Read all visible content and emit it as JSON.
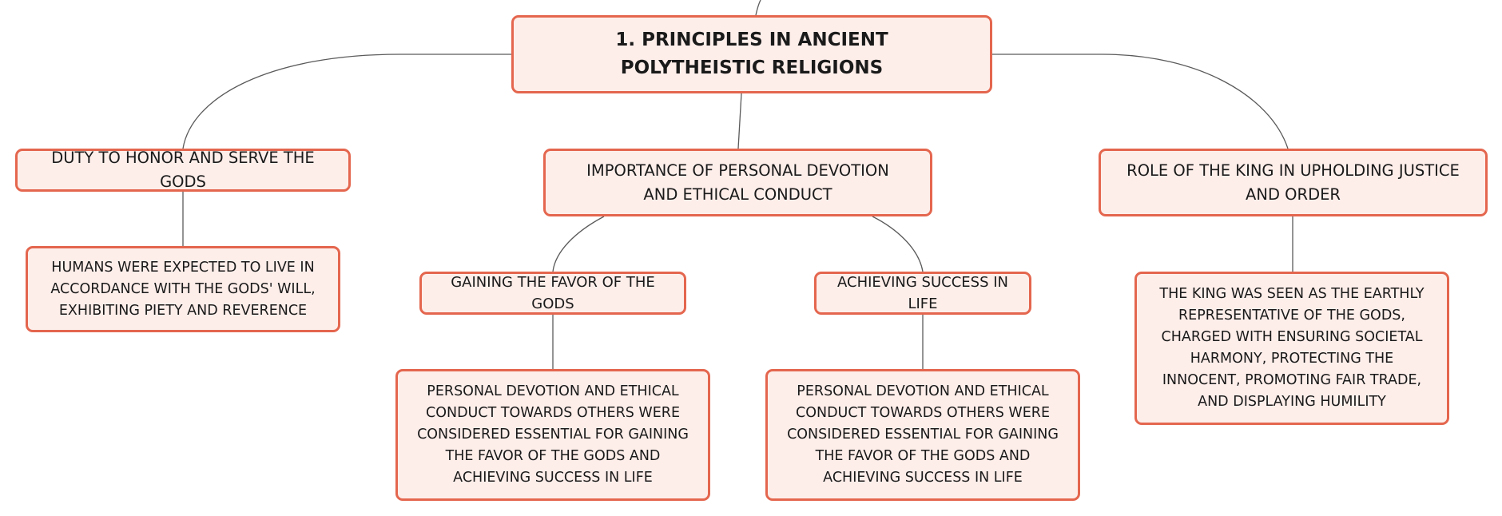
{
  "map": {
    "root": {
      "label": "1. Principles in Ancient Polytheistic Religions"
    },
    "duty": {
      "label": "Duty to honor and serve the gods",
      "detail": "Humans were expected to live in accordance with the gods' will, exhibiting piety and reverence"
    },
    "devotion": {
      "label": "Importance of personal devotion and ethical conduct",
      "favor": {
        "label": "Gaining the favor of the gods",
        "detail": "Personal devotion and ethical conduct towards others were considered essential for gaining the favor of the gods and achieving success in life"
      },
      "success": {
        "label": "Achieving success in life",
        "detail": "Personal devotion and ethical conduct towards others were considered essential for gaining the favor of the gods and achieving success in life"
      }
    },
    "king": {
      "label": "Role of the king in upholding justice and order",
      "detail": "The king was seen as the earthly representative of the gods, charged with ensuring societal harmony, protecting the innocent, promoting fair trade, and displaying humility"
    }
  },
  "colors": {
    "node_fill": "#fdeeea",
    "node_border": "#e4664e",
    "connector": "#5a5a5a"
  }
}
